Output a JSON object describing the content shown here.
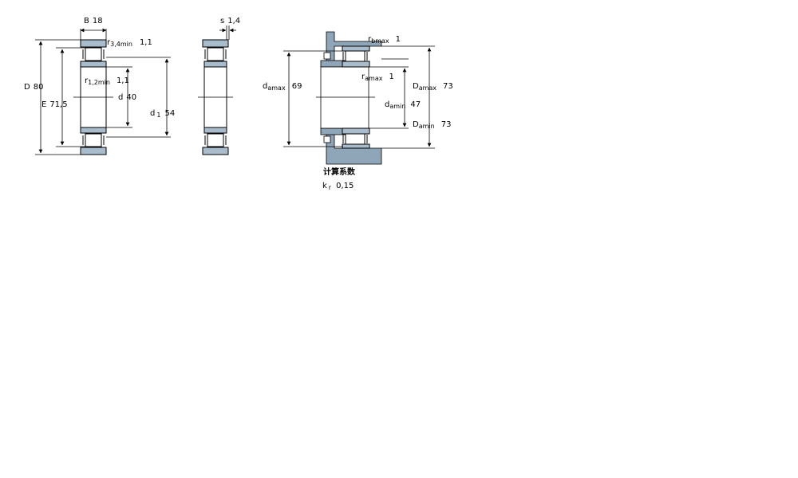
{
  "view1": {
    "B_label": "B",
    "B_value": "18",
    "r34_main": "r",
    "r34_sub": "3,4min",
    "r34_value": "1,1",
    "r12_main": "r",
    "r12_sub": "1,2min",
    "r12_value": "1,1",
    "D_label": "D",
    "D_value": "80",
    "E_label": "E",
    "E_value": "71,5",
    "d_label": "d",
    "d_value": "40",
    "d1_main": "d",
    "d1_sub": "1",
    "d1_value": "54"
  },
  "view2": {
    "s_label": "s",
    "s_value": "1,4"
  },
  "view3": {
    "rb_main": "r",
    "rb_sub": "bmax",
    "rb_value": "1",
    "ra_main": "r",
    "ra_sub": "amax",
    "ra_value": "1",
    "damax_main": "d",
    "damax_sub": "amax",
    "damax_value": "69",
    "damin_main": "d",
    "damin_sub": "amin",
    "damin_value": "47",
    "Damax_main": "D",
    "Damax_sub": "amax",
    "Damax_value": "73",
    "Damin_main": "D",
    "Damin_sub": "amin",
    "Damin_value": "73",
    "calc_title": "计算系数",
    "kr_main": "k",
    "kr_sub": "r",
    "kr_value": "0,15"
  },
  "colors": {
    "steel": "#a9bccb",
    "housing": "#8fa5b8",
    "line": "#000000"
  }
}
